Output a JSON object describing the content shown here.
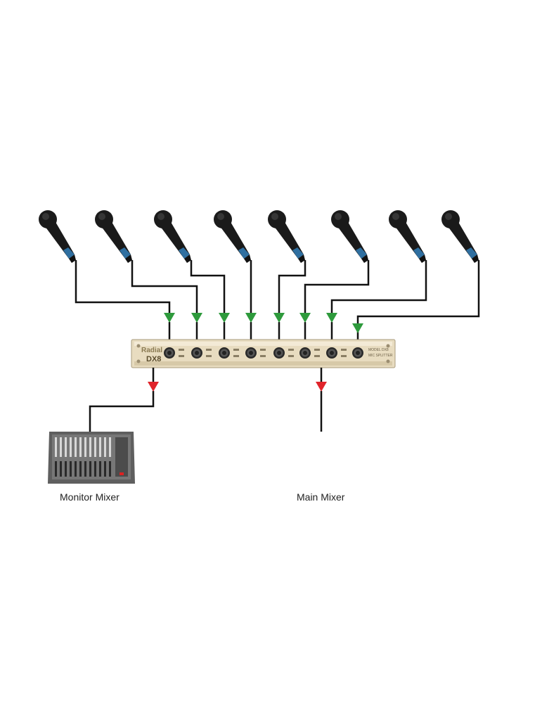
{
  "splitter": {
    "brand": "Radial",
    "model": "DX8",
    "side_text": [
      "MODEL DX8",
      "MIC SPLITTER"
    ]
  },
  "mixers": {
    "monitor": {
      "label": "Monitor Mixer"
    },
    "main": {
      "label": "Main Mixer"
    }
  },
  "colors": {
    "input_arrow": "#2e9a3c",
    "output_arrow": "#e0242b",
    "cable": "#111111",
    "splitter_body": "#e8dcc0",
    "mixer_body": "#6c6c6c",
    "speaker_body": "#3a3a3a"
  },
  "icons": [
    "microphone-icon",
    "rack-splitter-icon",
    "mixer-icon",
    "floor-monitor-icon",
    "pa-speaker-icon"
  ]
}
